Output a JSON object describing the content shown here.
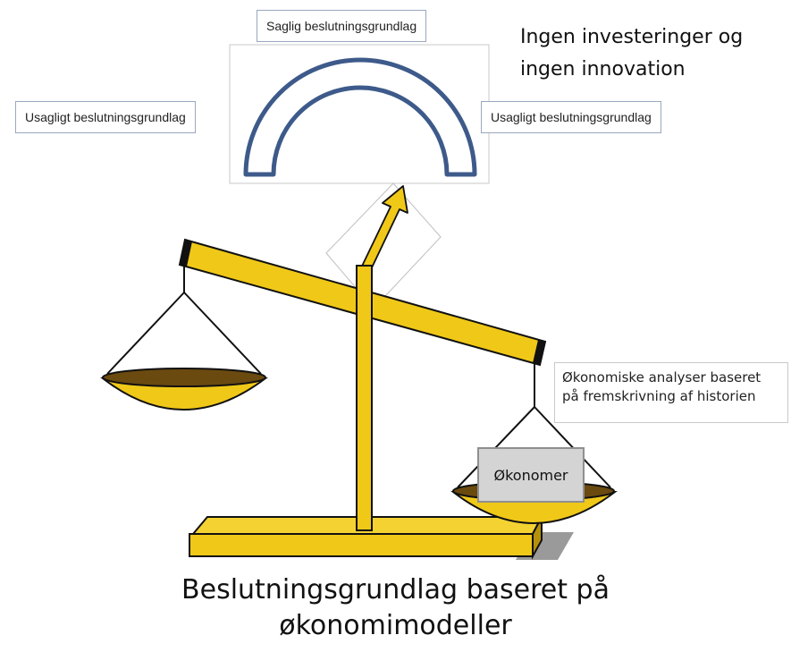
{
  "labels": {
    "top": "Saglig beslutningsgrundlag",
    "left": "Usagligt beslutningsgrundlag",
    "right": "Usagligt beslutningsgrundlag"
  },
  "note": {
    "line1": "Ingen investeringer og",
    "line2": "ingen innovation"
  },
  "analysis": {
    "line1": "Økonomiske analyser baseret",
    "line2": "på fremskrivning af historien"
  },
  "weight": "Økonomer",
  "caption": {
    "line1": "Beslutningsgrundlag baseret på",
    "line2": "økonomimodeller"
  },
  "colors": {
    "gold": "#f0c818",
    "dark": "#111111",
    "arc": "#3d5a8a",
    "pan_inside": "#6b4a10"
  }
}
